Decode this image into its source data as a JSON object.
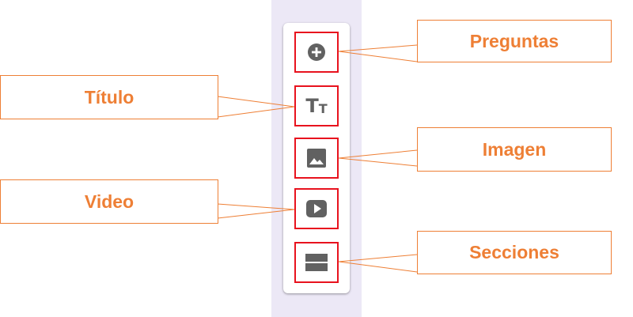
{
  "toolbar": {
    "tools": [
      {
        "name": "add-question",
        "icon": "add-circle-icon"
      },
      {
        "name": "add-title",
        "icon": "text-tt-icon",
        "glyph": "Tт"
      },
      {
        "name": "add-image",
        "icon": "image-icon"
      },
      {
        "name": "add-video",
        "icon": "play-video-icon"
      },
      {
        "name": "add-section",
        "icon": "section-split-icon"
      }
    ]
  },
  "callouts": {
    "preguntas": "Preguntas",
    "titulo": "Título",
    "imagen": "Imagen",
    "video": "Video",
    "secciones": "Secciones"
  },
  "colors": {
    "callout_accent": "#ee7f35",
    "highlight_border": "#e8121e",
    "icon_gray": "#616161",
    "background_strip": "#ece8f6"
  }
}
